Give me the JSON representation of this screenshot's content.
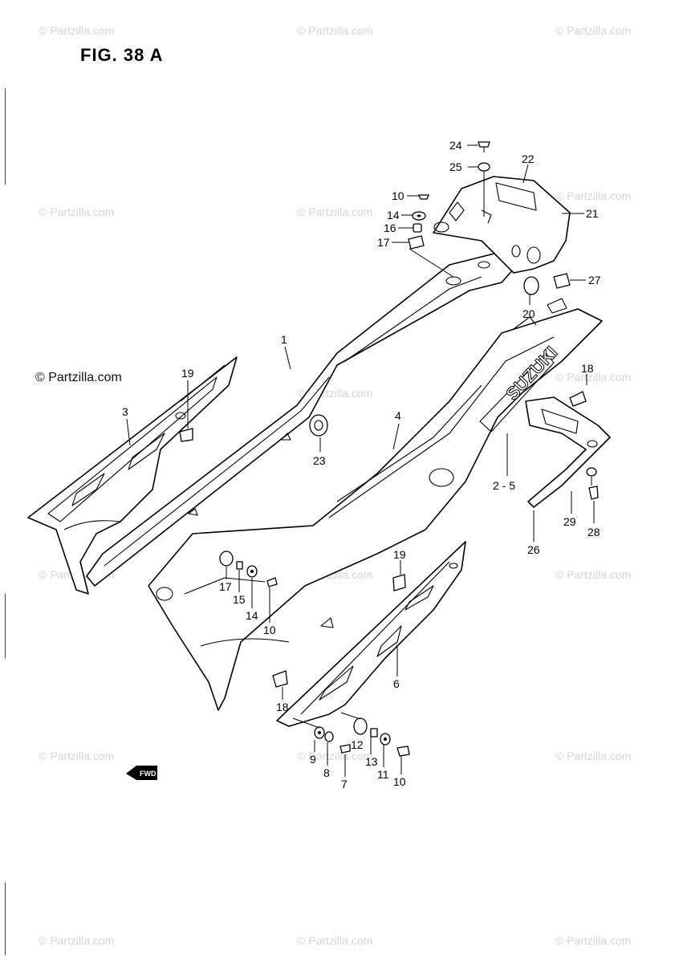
{
  "figure": {
    "title": "FIG. 38 A"
  },
  "credit": "© Partzilla.com",
  "watermark": {
    "text": "© Partzilla.com"
  },
  "logo": {
    "text": "SUZUKI"
  },
  "fwd_label": "FWD",
  "callouts": [
    {
      "id": "24",
      "label": "24"
    },
    {
      "id": "22",
      "label": "22"
    },
    {
      "id": "25",
      "label": "25"
    },
    {
      "id": "10a",
      "label": "10"
    },
    {
      "id": "14a",
      "label": "14"
    },
    {
      "id": "16",
      "label": "16"
    },
    {
      "id": "17a",
      "label": "17"
    },
    {
      "id": "21",
      "label": "21"
    },
    {
      "id": "27",
      "label": "27"
    },
    {
      "id": "20",
      "label": "20"
    },
    {
      "id": "1",
      "label": "1"
    },
    {
      "id": "18a",
      "label": "18"
    },
    {
      "id": "19a",
      "label": "19"
    },
    {
      "id": "3",
      "label": "3"
    },
    {
      "id": "4",
      "label": "4"
    },
    {
      "id": "23",
      "label": "23"
    },
    {
      "id": "2-5",
      "label": "2 - 5"
    },
    {
      "id": "29",
      "label": "29"
    },
    {
      "id": "28",
      "label": "28"
    },
    {
      "id": "26",
      "label": "26"
    },
    {
      "id": "19b",
      "label": "19"
    },
    {
      "id": "17b",
      "label": "17"
    },
    {
      "id": "15",
      "label": "15"
    },
    {
      "id": "14b",
      "label": "14"
    },
    {
      "id": "10b",
      "label": "10"
    },
    {
      "id": "6",
      "label": "6"
    },
    {
      "id": "18b",
      "label": "18"
    },
    {
      "id": "9",
      "label": "9"
    },
    {
      "id": "12",
      "label": "12"
    },
    {
      "id": "8",
      "label": "8"
    },
    {
      "id": "7",
      "label": "7"
    },
    {
      "id": "13",
      "label": "13"
    },
    {
      "id": "11",
      "label": "11"
    },
    {
      "id": "10c",
      "label": "10"
    }
  ]
}
